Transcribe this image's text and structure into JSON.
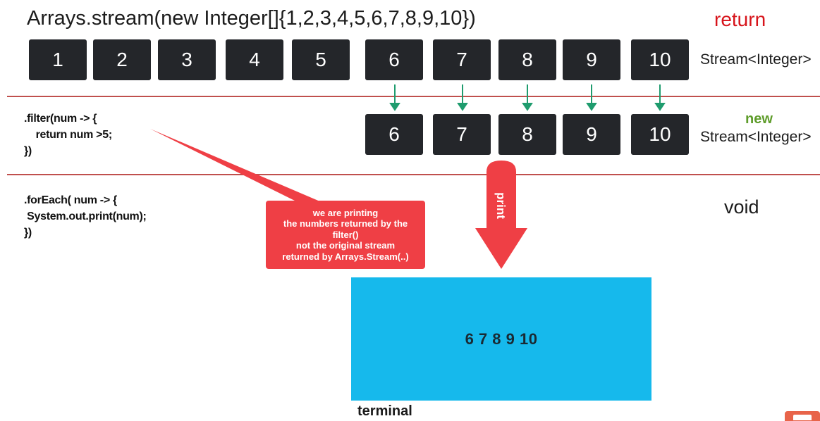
{
  "header": {
    "code": "Arrays.stream(new Integer[]{1,2,3,4,5,6,7,8,9,10})",
    "return_label": "return"
  },
  "original_stream": {
    "values": [
      "1",
      "2",
      "3",
      "4",
      "5",
      "6",
      "7",
      "8",
      "9",
      "10"
    ],
    "type_label": "Stream<Integer>"
  },
  "filter": {
    "code_lines": [
      ".filter(num -> {",
      "    return num >5;",
      "})"
    ],
    "values": [
      "6",
      "7",
      "8",
      "9",
      "10"
    ],
    "new_label": "new",
    "type_label": "Stream<Integer>"
  },
  "for_each": {
    "code_lines": [
      ".forEach( num -> {",
      " System.out.print(num);",
      "})"
    ],
    "return_label": "void"
  },
  "callout": {
    "lines": [
      "we are printing",
      "the numbers returned by the",
      "filter()",
      "not the original stream",
      "returned by Arrays.Stream(..)"
    ]
  },
  "print_arrow_label": "print",
  "terminal": {
    "output": "6 7 8 9 10",
    "label": "terminal"
  },
  "colors": {
    "box": "#24262a",
    "accent_red": "#d7141b",
    "arrow_green": "#1f9c6e",
    "new_green": "#5e9c2a",
    "callout_red": "#ef3f45",
    "terminal_blue": "#16b9ec",
    "rule_red": "#c0504d"
  }
}
